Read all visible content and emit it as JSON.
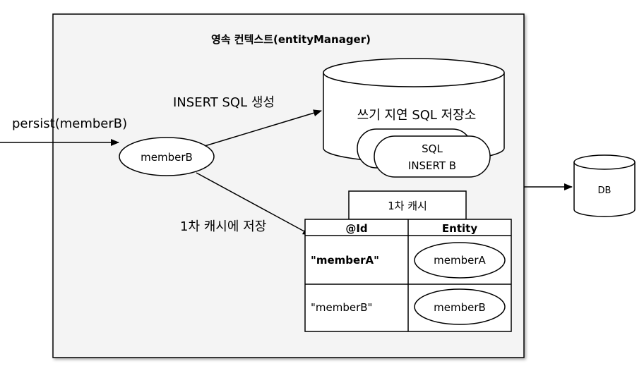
{
  "context": {
    "title": "영속 컨텍스트(entityManager)"
  },
  "call": {
    "label": "persist(memberB)"
  },
  "entity": {
    "label": "memberB"
  },
  "arrows": {
    "insert_label": "INSERT SQL 생성",
    "cache_label": "1차 캐시에 저장"
  },
  "sql_store": {
    "title": "쓰기 지연 SQL 저장소",
    "entry_line1": "SQL",
    "entry_line2": "INSERT B"
  },
  "db": {
    "label": "DB"
  },
  "cache": {
    "title": "1차 캐시",
    "headers": [
      "@Id",
      "Entity"
    ],
    "rows": [
      {
        "id": "\"memberA\"",
        "entity": "memberA"
      },
      {
        "id": "\"memberB\"",
        "entity": "memberB"
      }
    ]
  },
  "colors": {
    "context_fill": "#f4f4f4",
    "stroke": "#000000",
    "shape_fill": "#ffffff"
  }
}
